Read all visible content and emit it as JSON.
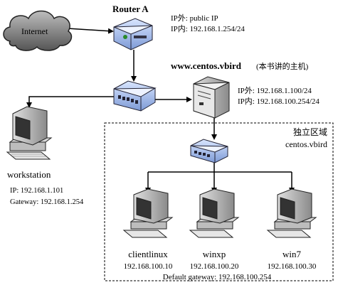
{
  "router": {
    "title": "Router A",
    "ip_outer": "IP外: public IP",
    "ip_inner": "IP内: 192.168.1.254/24"
  },
  "internet": {
    "label": "Internet"
  },
  "server": {
    "hostname": "www.centos.vbird",
    "note": "(本书讲的主机)",
    "ip_outer": "IP外: 192.168.1.100/24",
    "ip_inner": "IP内: 192.168.100.254/24"
  },
  "lan_zone": {
    "title": "独立区域",
    "domain": "centos.vbird",
    "default_gateway": "Default gateway: 192.168.100.254"
  },
  "workstation": {
    "name": "workstation",
    "ip": "IP: 192.168.1.101",
    "gateway": "Gateway: 192.168.1.254"
  },
  "clients": [
    {
      "name": "clientlinux",
      "ip": "192.168.100.10"
    },
    {
      "name": "winxp",
      "ip": "192.168.100.20"
    },
    {
      "name": "win7",
      "ip": "192.168.100.30"
    }
  ]
}
